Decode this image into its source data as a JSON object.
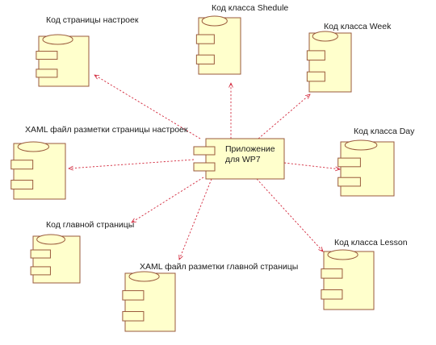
{
  "diagram": {
    "center": {
      "name": "app",
      "lines": [
        "Приложение",
        "для WP7"
      ]
    },
    "components": [
      {
        "name": "settings-page-code",
        "label": "Код страницы настроек"
      },
      {
        "name": "schedule-class-code",
        "label": "Код класса Shedule"
      },
      {
        "name": "week-class-code",
        "label": "Код класса Week"
      },
      {
        "name": "settings-xaml",
        "label": "XAML файл разметки страницы настроек"
      },
      {
        "name": "day-class-code",
        "label": "Код класса Day"
      },
      {
        "name": "main-page-code",
        "label": "Код главной страницы"
      },
      {
        "name": "main-page-xaml",
        "label": "XAML файл разметки главной страницы"
      },
      {
        "name": "lesson-class-code",
        "label": "Код класса Lesson"
      }
    ],
    "colors": {
      "fill": "#ffffcc",
      "outline": "#9a5a3c",
      "dependency": "#d2283c"
    }
  }
}
